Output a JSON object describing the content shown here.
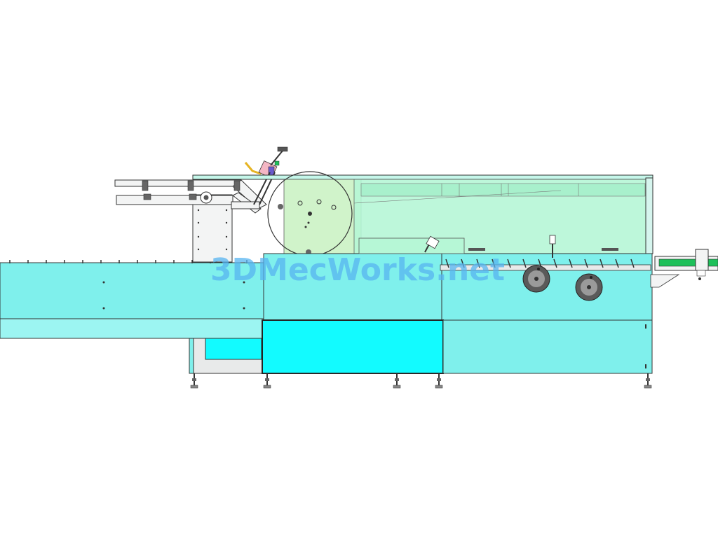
{
  "drawing": {
    "subject": "automatic-cartoning-machine-side-elevation",
    "view": "side-elevation",
    "colors": {
      "background": "#ffffff",
      "panel_cyan": "#7ff0ec",
      "panel_cyan_light": "#9cf5f2",
      "door_cyan": "#12fbff",
      "guard_green": "#b6f7d6",
      "conveyor_green": "#1ec05a",
      "frame_grey": "#e8eaea",
      "line": "#333333",
      "wheel_dark": "#5a5a5a",
      "handle_purple": "#6a5acd",
      "handle_pink": "#f4b6c4",
      "arm_yellow": "#e6b422"
    },
    "icons": [
      "leaflet-feeder-wheel-icon",
      "gear-icon",
      "handwheel-icon",
      "adjustable-foot-icon"
    ]
  },
  "watermark": {
    "text": "3DMecWorks.net",
    "color": "#57b4f0"
  }
}
